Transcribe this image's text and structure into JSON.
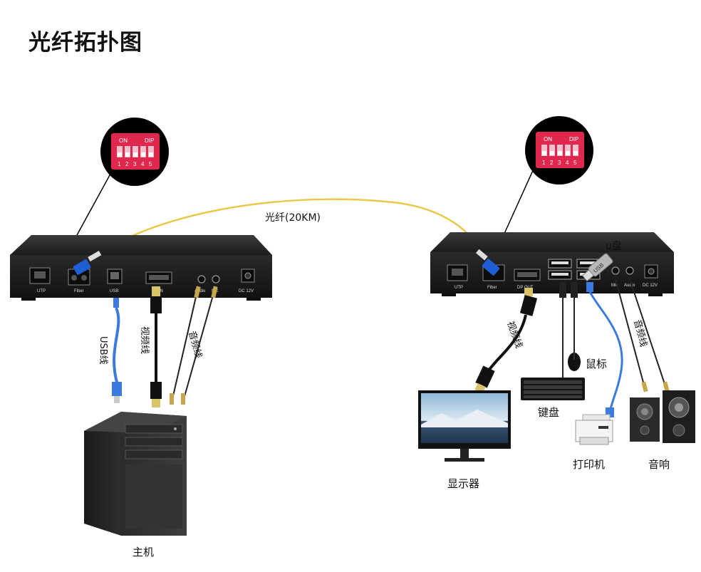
{
  "title": "光纤拓扑图",
  "fiber_label": "光纤(20KM)",
  "dip": {
    "on": "ON",
    "dip": "DIP",
    "numbers": [
      "1",
      "2",
      "3",
      "4",
      "5"
    ]
  },
  "tx_ports": {
    "utp": "UTP",
    "fiber": "Fiber",
    "usb": "USB",
    "dp_in": "DP IN",
    "audio": "Audio",
    "mic": "Mic",
    "dc": "DC 12V"
  },
  "rx_ports": {
    "utp": "UTP",
    "fiber": "Fiber",
    "dp_out": "DP OUT",
    "mic": "Mic",
    "audio": "Audio",
    "dc": "DC 12V"
  },
  "cables": {
    "usb_cable": "USB线",
    "video_cable": "视频线",
    "audio_cable": "音频线"
  },
  "usb_drive": {
    "label": "u盘",
    "stick": "USB"
  },
  "devices": {
    "host": "主机",
    "monitor": "显示器",
    "keyboard": "键盘",
    "mouse": "鼠标",
    "printer": "打印机",
    "speaker": "音响"
  }
}
